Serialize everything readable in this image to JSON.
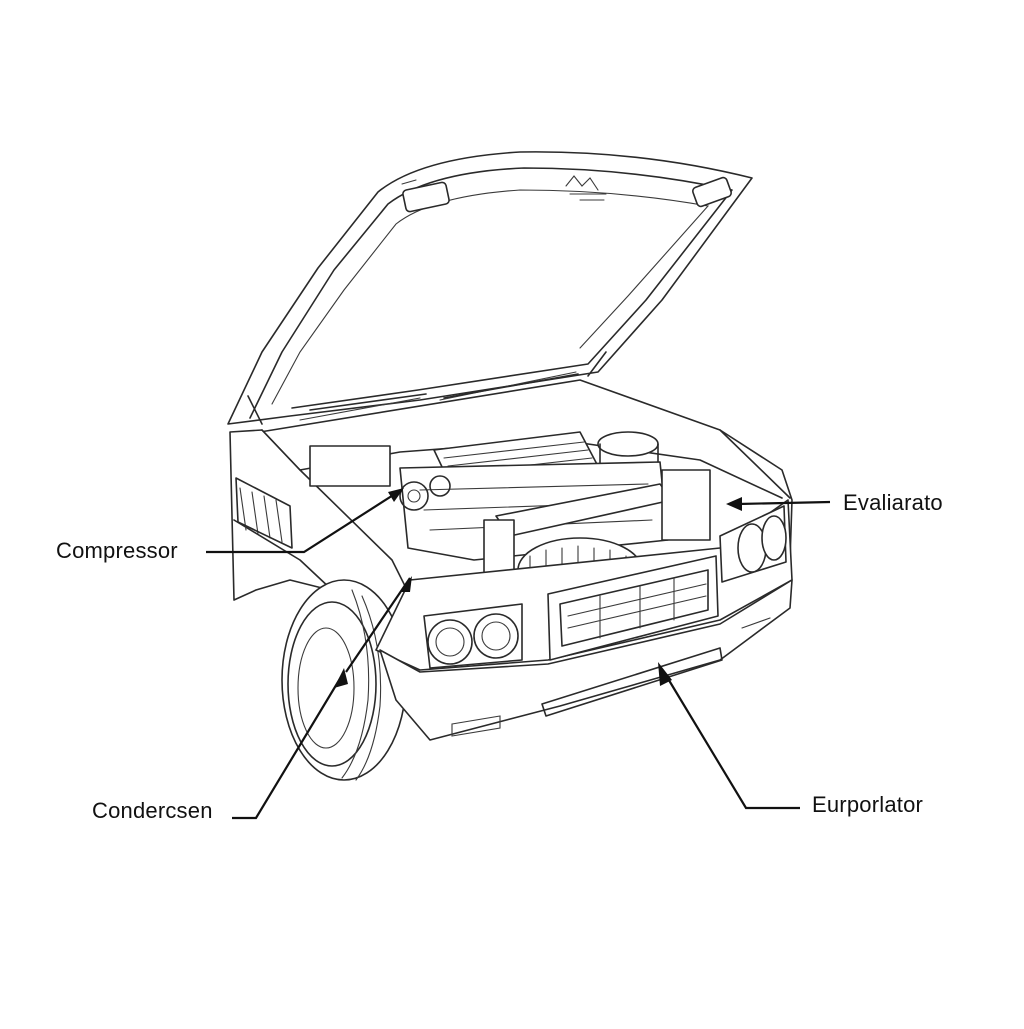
{
  "diagram": {
    "labels": {
      "compressor": "Compressor",
      "evaporator_top": "Evaliarato",
      "condenser": "Condercsen",
      "evaporator_bottom": "Eurporlator"
    },
    "colors": {
      "background": "#ffffff",
      "line": "#2a2a2a",
      "text": "#111111"
    }
  }
}
